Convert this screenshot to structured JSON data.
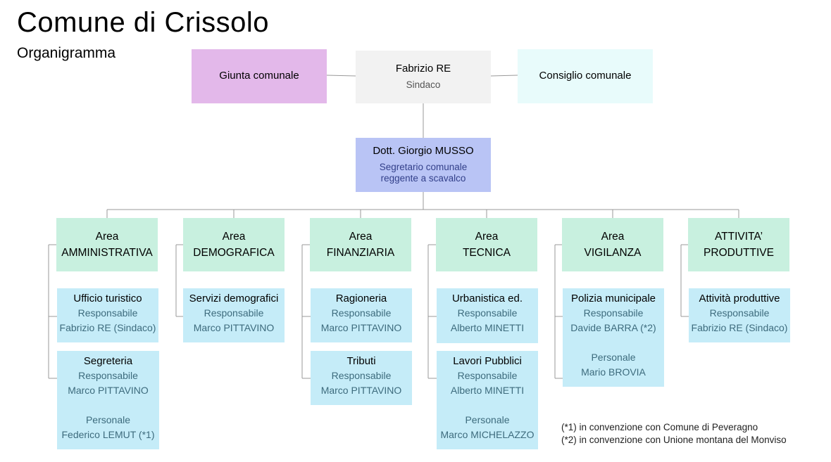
{
  "header": {
    "title": "Comune di Crissolo",
    "subtitle": "Organigramma"
  },
  "top": {
    "giunta": "Giunta comunale",
    "mayor": {
      "name": "Fabrizio RE",
      "role": "Sindaco"
    },
    "consiglio": "Consiglio comunale"
  },
  "secretary": {
    "name": "Dott. Giorgio MUSSO",
    "role_line1": "Segretario comunale",
    "role_line2": "reggente a scavalco"
  },
  "areas": [
    {
      "line1": "Area",
      "line2": "AMMINISTRATIVA"
    },
    {
      "line1": "Area",
      "line2": "DEMOGRAFICA"
    },
    {
      "line1": "Area",
      "line2": "FINANZIARIA"
    },
    {
      "line1": "Area",
      "line2": "TECNICA"
    },
    {
      "line1": "Area",
      "line2": "VIGILANZA"
    },
    {
      "line1": "ATTIVITA’",
      "line2": "PRODUTTIVE"
    }
  ],
  "offices": {
    "turistico": {
      "title": "Ufficio turistico",
      "role": "Responsabile",
      "person": "Fabrizio RE (Sindaco)"
    },
    "segreteria": {
      "title": "Segreteria",
      "role": "Responsabile",
      "person": "Marco PITTAVINO",
      "staff_label": "Personale",
      "staff": "Federico LEMUT (*1)"
    },
    "demografici": {
      "title": "Servizi demografici",
      "role": "Responsabile",
      "person": "Marco PITTAVINO"
    },
    "ragioneria": {
      "title": "Ragioneria",
      "role": "Responsabile",
      "person": "Marco PITTAVINO"
    },
    "tributi": {
      "title": "Tributi",
      "role": "Responsabile",
      "person": "Marco PITTAVINO"
    },
    "urbanistica": {
      "title": "Urbanistica ed.",
      "role": "Responsabile",
      "person": "Alberto MINETTI"
    },
    "lavori": {
      "title": "Lavori Pubblici",
      "role": "Responsabile",
      "person": "Alberto MINETTI",
      "staff_label": "Personale",
      "staff": "Marco MICHELAZZO"
    },
    "polizia": {
      "title": "Polizia municipale",
      "role": "Responsabile",
      "person": "Davide BARRA (*2)",
      "staff_label": "Personale",
      "staff": "Mario BROVIA"
    },
    "produttive": {
      "title": "Attività produttive",
      "role": "Responsabile",
      "person": "Fabrizio RE (Sindaco)"
    }
  },
  "notes": {
    "n1": "(*1) in convenzione con Comune di Peveragno",
    "n2": "(*2) in convenzione con Unione montana del Monviso"
  },
  "colors": {
    "giunta": "#e3b8ea",
    "mayor": "#f2f2f2",
    "consiglio": "#e8fbfb",
    "secretary": "#b9c4f5",
    "area": "#c8f0df",
    "office": "#c5ecf8",
    "connector": "#999999"
  }
}
